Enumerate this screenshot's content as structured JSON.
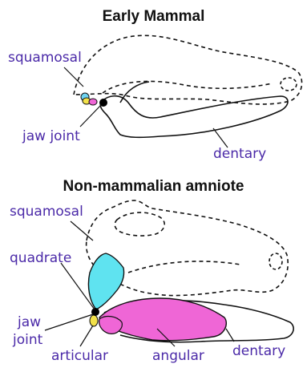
{
  "titles": {
    "top": "Early Mammal",
    "bottom": "Non-mammalian amniote"
  },
  "labels": {
    "top_squamosal": "squamosal",
    "top_jaw_joint": "jaw joint",
    "top_dentary": "dentary",
    "bottom_squamosal": "squamosal",
    "bottom_quadrate": "quadrate",
    "bottom_jaw": "jaw",
    "bottom_joint": "joint",
    "bottom_articular": "articular",
    "bottom_angular": "angular",
    "bottom_dentary": "dentary"
  },
  "colors": {
    "label_text": "#4b2aa8",
    "outline": "#111111",
    "quadrate": "#5fe3f0",
    "angular": "#ef66d6",
    "articular": "#f3e24a",
    "small_bone_blue": "#6fd3f0"
  }
}
